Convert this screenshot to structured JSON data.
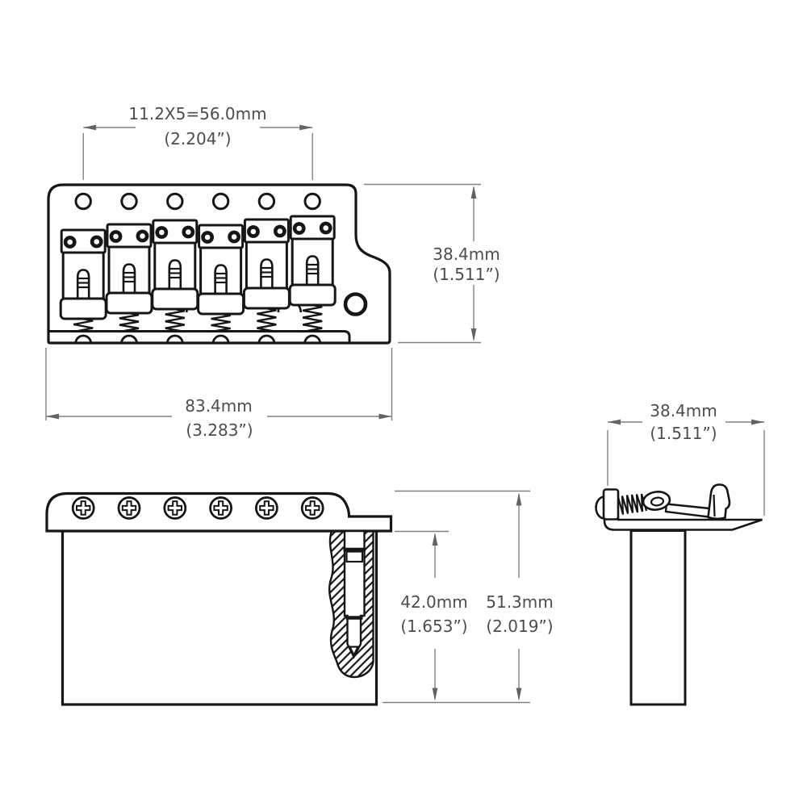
{
  "drawing": {
    "subject": "tremolo-bridge-dimension-drawing",
    "colors": {
      "line": "#161616",
      "dim_line": "#808080",
      "dim_text": "#4d4d4d",
      "background": "#ffffff"
    },
    "top_view": {
      "string_spacing": {
        "mm": "11.2X5=56.0mm",
        "inch": "(2.204”)"
      },
      "plate_height": {
        "mm": "38.4mm",
        "inch": "(1.511”)"
      },
      "overall_width": {
        "mm": "83.4mm",
        "inch": "(3.283”)"
      }
    },
    "front_view": {
      "block_depth": {
        "mm": "42.0mm",
        "inch": "(1.653”)"
      },
      "overall_depth": {
        "mm": "51.3mm",
        "inch": "(2.019”)"
      }
    },
    "side_view": {
      "plate_width": {
        "mm": "38.4mm",
        "inch": "(1.511”)"
      }
    }
  }
}
